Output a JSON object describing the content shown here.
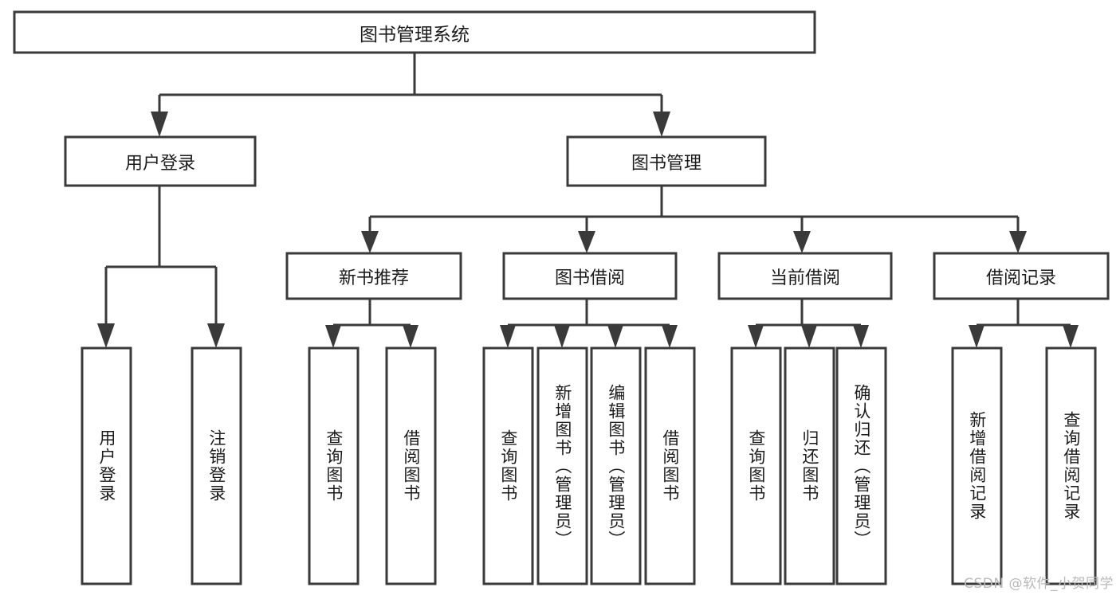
{
  "diagram": {
    "type": "tree",
    "title": "图书管理系统",
    "root": {
      "label": "图书管理系统"
    },
    "level1": [
      {
        "label": "用户登录"
      },
      {
        "label": "图书管理"
      }
    ],
    "level2": [
      {
        "label": "新书推荐"
      },
      {
        "label": "图书借阅"
      },
      {
        "label": "当前借阅"
      },
      {
        "label": "借阅记录"
      }
    ],
    "leaves": {
      "user_login": [
        {
          "label": "用户登录"
        },
        {
          "label": "注销登录"
        }
      ],
      "new_book_recommend": [
        {
          "label": "查询图书"
        },
        {
          "label": "借阅图书"
        }
      ],
      "book_borrow": [
        {
          "label": "查询图书"
        },
        {
          "label": "新增图书（管理员）"
        },
        {
          "label": "编辑图书（管理员）"
        },
        {
          "label": "借阅图书"
        }
      ],
      "current_borrow": [
        {
          "label": "查询图书"
        },
        {
          "label": "归还图书"
        },
        {
          "label": "确认归还（管理员）"
        }
      ],
      "borrow_record": [
        {
          "label": "新增借阅记录"
        },
        {
          "label": "查询借阅记录"
        }
      ]
    },
    "colors": {
      "background": "#ffffff",
      "box_fill": "#ffffff",
      "box_stroke": "#3a3a3a",
      "text": "#1c1c1c",
      "watermark": "#b9b9b9"
    }
  },
  "watermark": {
    "text": "CSDN @软件_小贺同学"
  }
}
